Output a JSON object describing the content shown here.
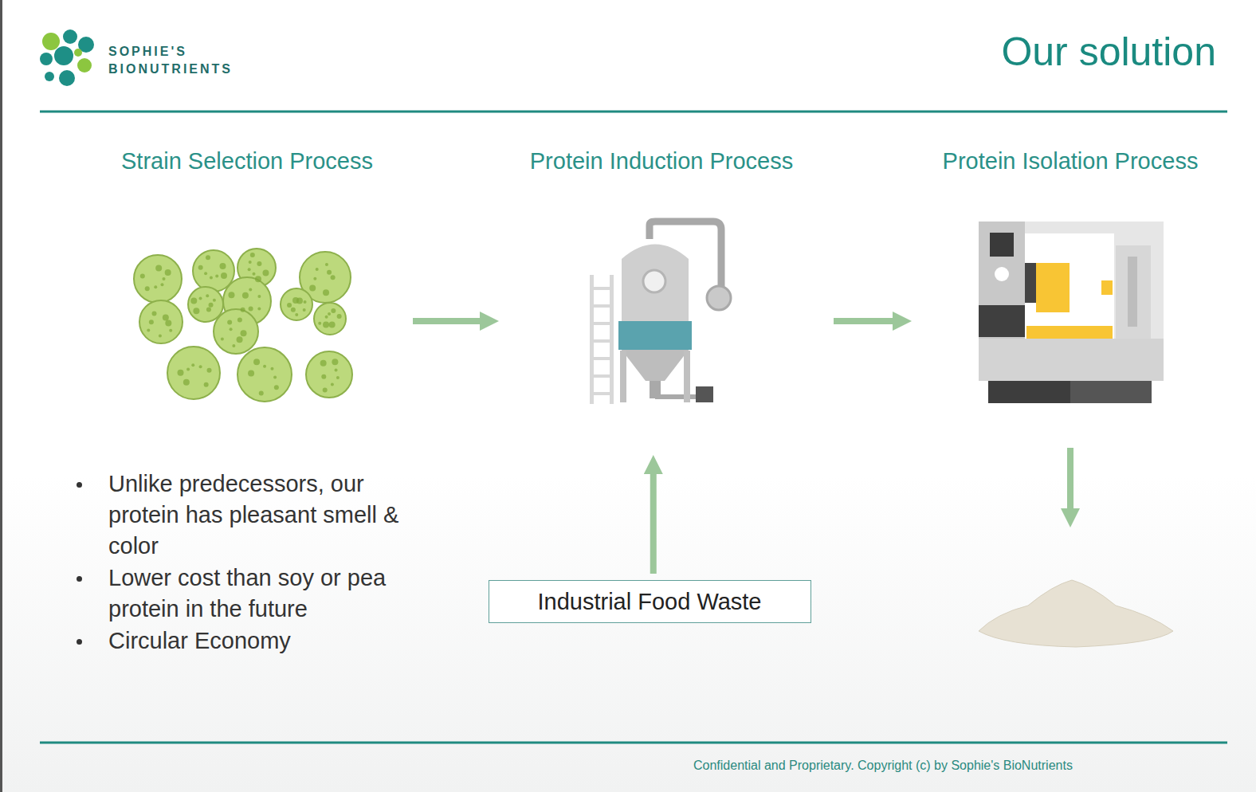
{
  "diagram": {
    "title": "Our solution",
    "nodes": [
      {
        "text": [
          "Strain Selection Process"
        ]
      },
      {
        "text": [
          "Protein Induction Process"
        ]
      },
      {
        "text": [
          "Protein Isolation Process"
        ]
      },
      {
        "text": [
          "Industrial Food Waste"
        ]
      }
    ],
    "edges": [
      {
        "from": 0,
        "to": 1,
        "arrow": "to"
      },
      {
        "from": 1,
        "to": 2,
        "arrow": "to"
      },
      {
        "from": 3,
        "to": 1,
        "arrow": "to"
      }
    ],
    "labels": [
      "SOPHIE'S",
      "BIONUTRIENTS",
      "Unlike predecessors, our protein has pleasant smell & color",
      "Lower cost than soy or pea protein in the future",
      "Circular Economy",
      "Confidential and Proprietary. Copyright (c) by Sophie's BioNutrients"
    ]
  }
}
